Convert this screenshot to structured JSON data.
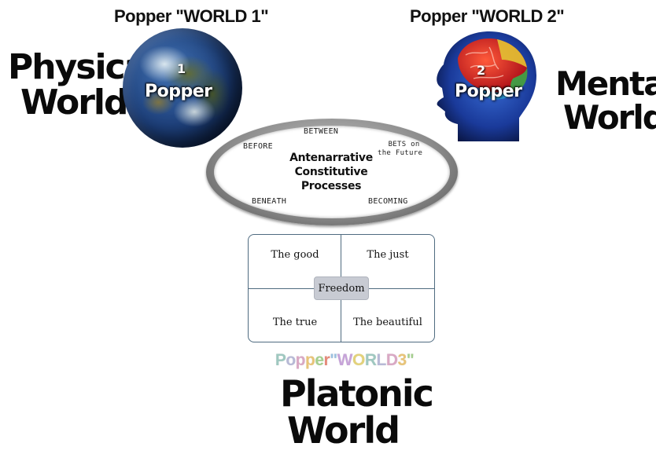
{
  "world1": {
    "heading": "Popper \"WORLD 1\"",
    "big_label_line1": "Physical",
    "big_label_line2": "World",
    "image_number": "1",
    "image_text": "Popper"
  },
  "world2": {
    "heading": "Popper \"WORLD 2\"",
    "big_label_line1": "Mental",
    "big_label_line2": "World",
    "image_number": "2",
    "image_text": "Popper"
  },
  "center": {
    "title_lines": [
      "Antenarrative",
      "Constitutive",
      "Processes"
    ],
    "terms": {
      "between": "BETWEEN",
      "before": "BEFORE",
      "bets_line1": "BETS on",
      "bets_line2": "the Future",
      "beneath": "BENEATH",
      "becoming": "BECOMING"
    }
  },
  "grid": {
    "top_left": "The good",
    "top_right": "The just",
    "bottom_left": "The true",
    "bottom_right": "The beautiful",
    "center": "Freedom"
  },
  "world3": {
    "heading": "Popper \"WORLD 3\"",
    "big_label_line1": "Platonic",
    "big_label_line2": "World",
    "heading_colors": [
      "#9fc8c0",
      "#b7b9d6",
      "#d9a8c4",
      "#e8c478",
      "#a5cf8f",
      "#e58a7a",
      "#9ac0e0",
      "#c6a3d8",
      "#e3d27a"
    ]
  }
}
